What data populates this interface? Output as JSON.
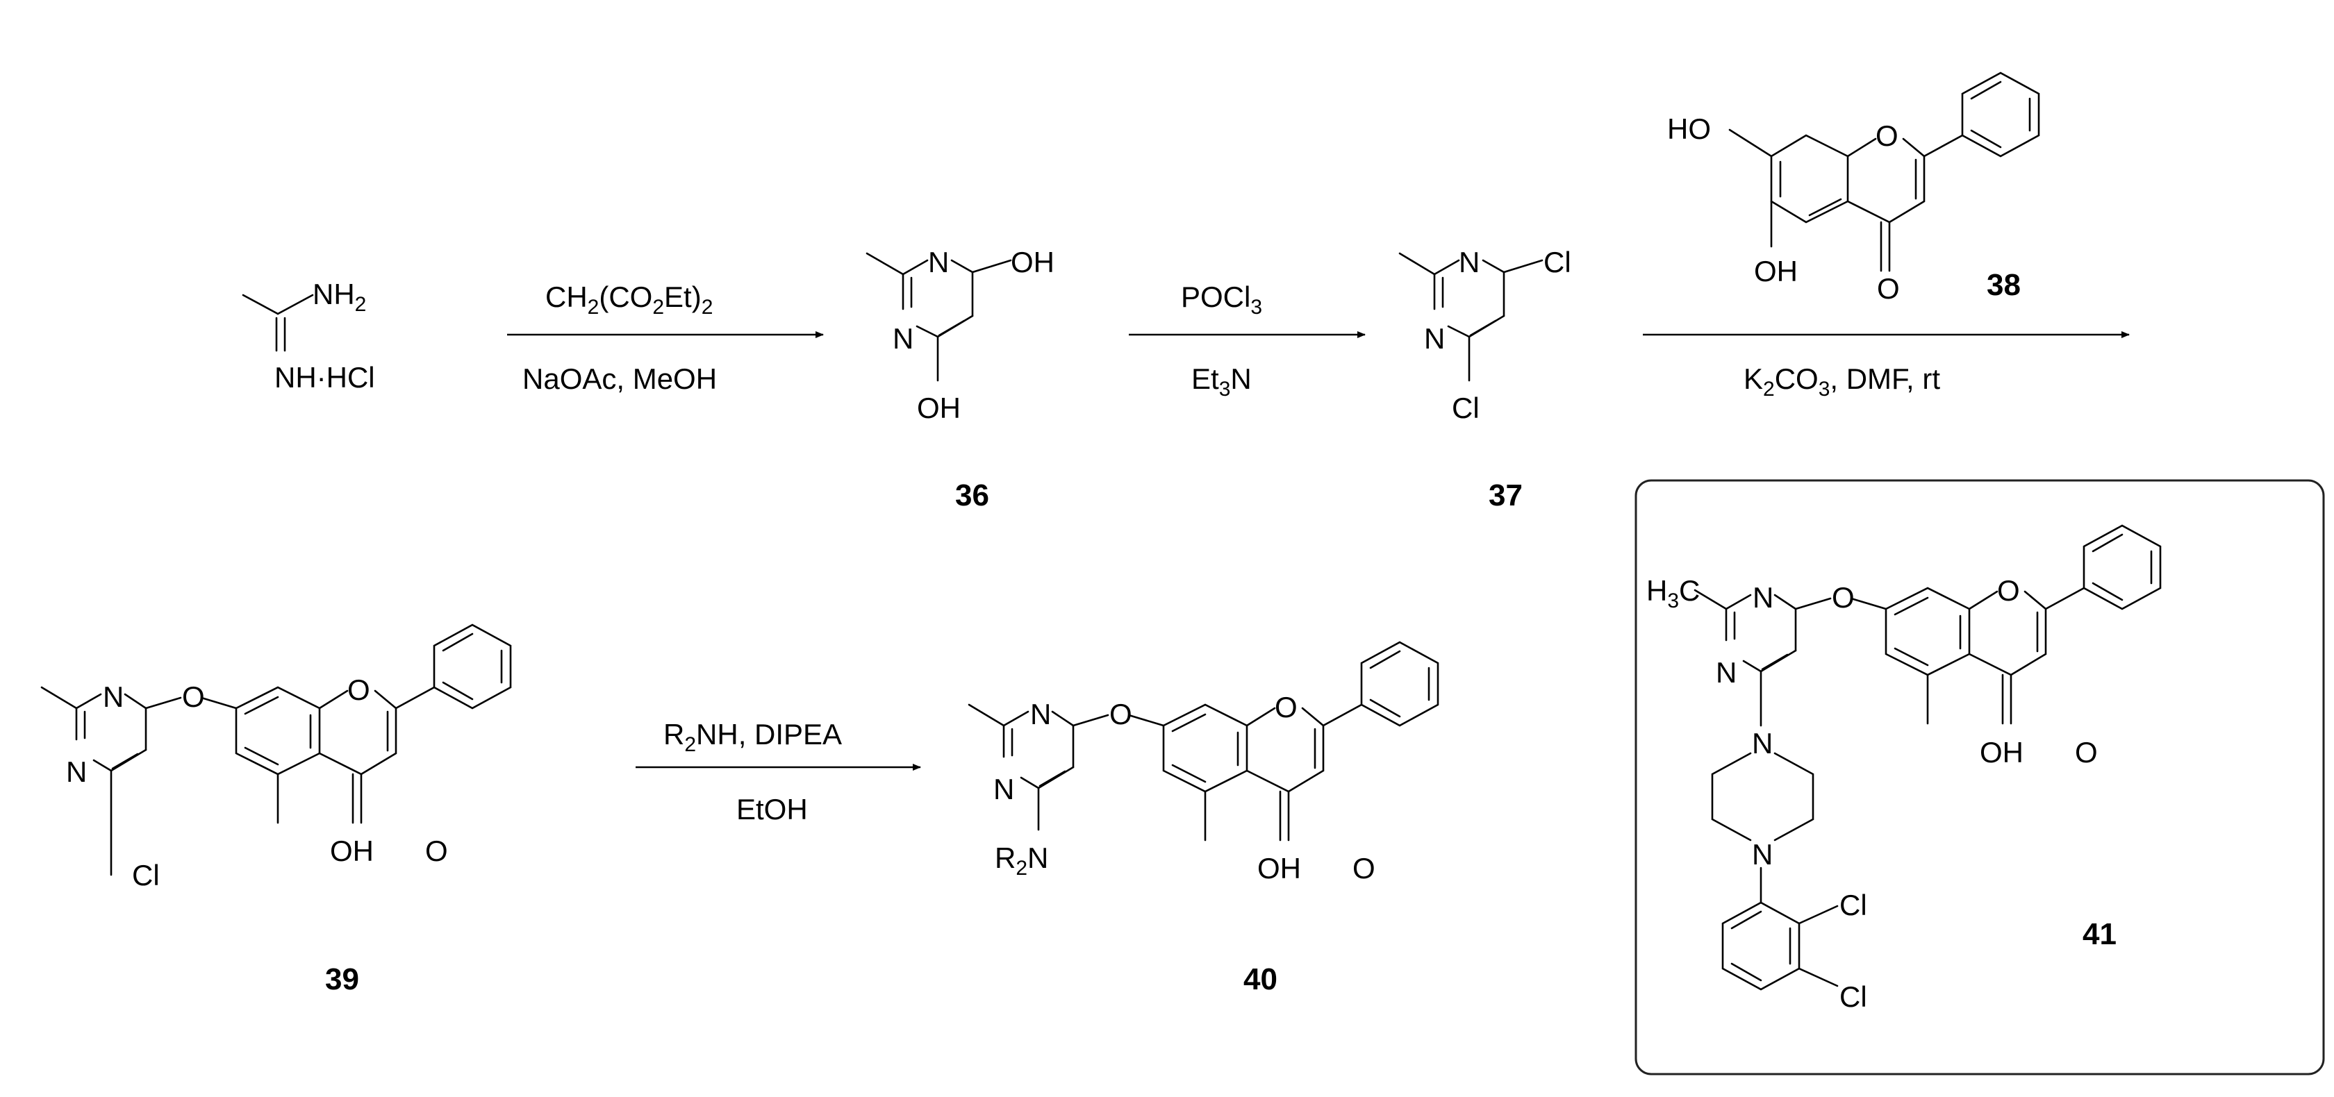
{
  "reagents": {
    "step1_top": "CH2(CO2Et)2",
    "step1_bottom": "NaOAc, MeOH",
    "step2_top": "POCl3",
    "step2_bottom": "Et3N",
    "step3_bottom": "K2CO3, DMF, rt",
    "step4_top": "R2NH, DIPEA",
    "step4_bottom": "EtOH"
  },
  "compound_labels": {
    "c36": "36",
    "c37": "37",
    "c38": "38",
    "c39": "39",
    "c40": "40",
    "c41": "41"
  },
  "atoms": {
    "nh2": "NH2",
    "nh_hcl": "NH·HCl",
    "n": "N",
    "oh": "OH",
    "o": "O",
    "ho": "HO",
    "cl": "Cl",
    "r2n": "R2N",
    "h3c": "H3C"
  }
}
